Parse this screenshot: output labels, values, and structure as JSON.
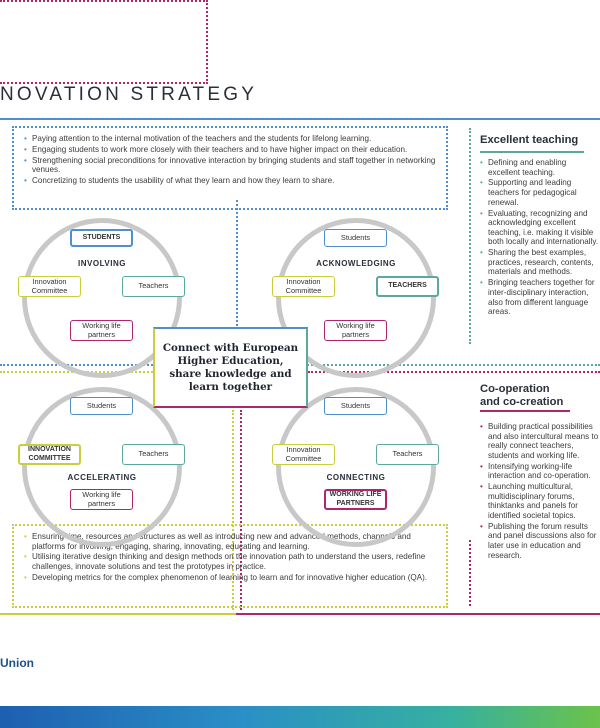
{
  "title": "NOVATION STRATEGY",
  "top_list": [
    "Paying attention to the internal motivation of the teachers and the students for lifelong learning.",
    "Engaging students to work more closely with their teachers and to have higher impact on their education.",
    "Strengthening social preconditions for innovative interaction by bringing students and staff together in networking venues.",
    "Concretizing to students the usability of what they learn and how they learn to share."
  ],
  "bottom_list": [
    "Ensuring time, resources and structures as well as introducing new and advanced methods, channels and platforms for involving, engaging, sharing, innovating, educating and learning.",
    "Utilising iterative design thinking and design methods on the innovation path to understand the users, redefine challenges, innovate solutions and test the prototypes in practice.",
    "Developing metrics for the complex phenomenon of learning to learn and for innovative higher education (QA)."
  ],
  "side1": {
    "heading": "Excellent teaching",
    "items": [
      "Defining and enabling excellent teaching.",
      "Supporting and leading teachers for pedagogical renewal.",
      "Evaluating, recognizing and acknowledging excellent teaching, i.e. making it visible both locally and internationally.",
      "Sharing the best examples, practices, research, contents, materials and methods.",
      "Bringing teachers together for inter-disciplinary interaction, also from different language areas."
    ]
  },
  "side2": {
    "heading": "Co-operation and co-creation",
    "items": [
      "Building practical possibilities and also intercultural means to really connect teachers, students and working life.",
      "Intensifying working-life interaction and co-operation.",
      "Launching multicultural, multidisciplinary forums, thinktanks and panels for identified societal topics.",
      "Publishing the forum results and panel discussions also for later use in education and research."
    ]
  },
  "diagrams": {
    "involving": {
      "label": "INVOLVING",
      "students": "STUDENTS",
      "teachers": "Teachers",
      "innovation": "Innovation Committee",
      "working": "Working life partners"
    },
    "acknowledging": {
      "label": "ACKNOWLEDGING",
      "students": "Students",
      "teachers": "TEACHERS",
      "innovation": "Innovation Committee",
      "working": "Working life partners"
    },
    "accelerating": {
      "label": "ACCELERATING",
      "students": "Students",
      "teachers": "Teachers",
      "innovation": "INNOVATION COMMITTEE",
      "working": "Working life partners"
    },
    "connecting": {
      "label": "CONNECTING",
      "students": "Students",
      "teachers": "Teachers",
      "innovation": "Innovation Committee",
      "working": "WORKING LIFE PARTNERS"
    }
  },
  "center_text": "Connect with European Higher Education, share knowledge and learn together",
  "footer_text": "Union",
  "colors": {
    "blue": "#4d8fcf",
    "teal": "#5aa89e",
    "yellow": "#c9cf3c",
    "magenta": "#b0266e"
  }
}
